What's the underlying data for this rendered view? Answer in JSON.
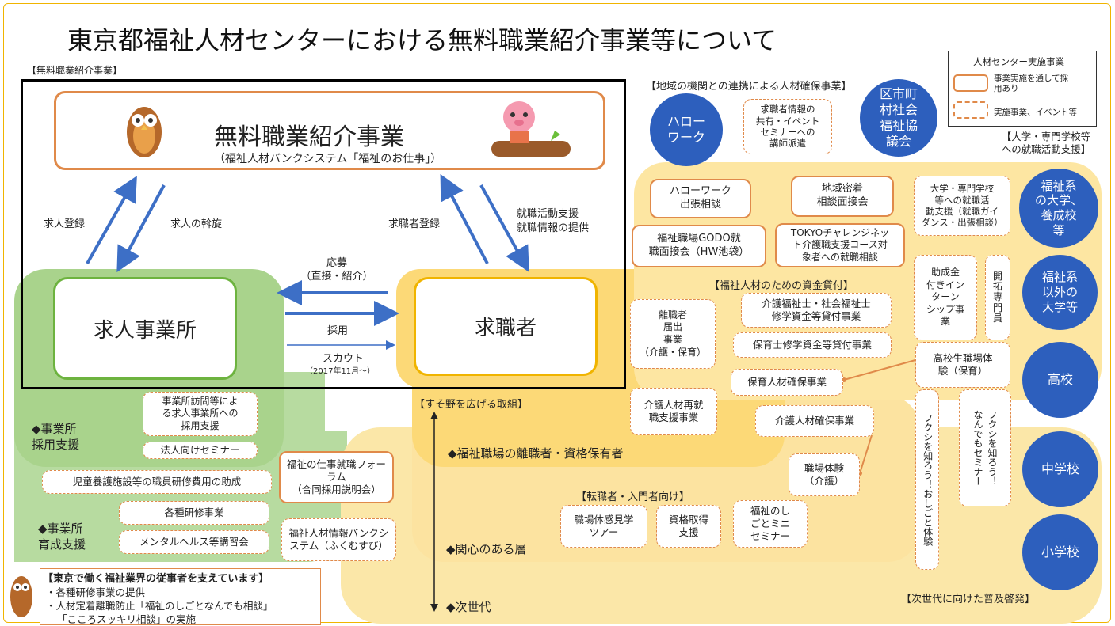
{
  "title": "東京都福祉人材センターにおける無料職業紹介事業等について",
  "section_label": "【無料職業紹介事業】",
  "main_box": {
    "title": "無料職業紹介事業",
    "subtitle": "（福祉人材バンクシステム「福祉のお仕事」）"
  },
  "employer": "求人事業所",
  "seeker": "求職者",
  "arrows": {
    "left_up": "求人登録",
    "left_down": "求人の斡旋",
    "right_up": "求職者登録",
    "right_down": "就職活動支援\n就職情報の提供",
    "mid_top": "応募\n（直接・紹介）",
    "mid_hire": "採用",
    "mid_scout": "スカウト",
    "mid_scout_date": "（2017年11月～）"
  },
  "legend": {
    "title": "人材センター実施事業",
    "solid": "事業実施を通して採\n用あり",
    "dashed": "実施事業、イベント等"
  },
  "regional": {
    "label": "【地域の機関との連携による人材確保事業】",
    "hello": "ハロー\nワーク",
    "info": "求職者情報の\n共有・イベント\nセミナーへの\n講師派遣",
    "ward": "区市町\n村社会\n福祉協\n議会"
  },
  "university_label": "【大学・専門学校等\nへの就職活動支援】",
  "boxes": {
    "hw_branch": "ハローワーク\n出張相談",
    "local": "地域密着\n相談面接会",
    "godo": "福祉職場GODO就\n職面接会（HW池袋）",
    "tokyo_challenge": "TOKYOチャレンジネッ\nト介護職支援コース対\n象者への就職相談",
    "univ_support": "大学・専門学校\n等への就職活\n動支援（就職ガイ\nダンス・出張相談）",
    "intern": "助成金\n付きイン\nターン\nシップ事\n業",
    "pioneer": "開\n拓\n専\n門\n員",
    "fund_label": "【福祉人材のための資金貸付】",
    "kaigo_loan": "介護福祉士・社会福祉士\n修学資金等貸付事業",
    "hoiku_loan": "保育士修学資金等貸付事業",
    "hoiku_kakuho": "保育人材確保事業",
    "leave": "離職者\n届出\n事業\n（介護・保育）",
    "highschool_exp": "高校生職場体\n験（保育）",
    "kaigo_re": "介護人材再就\n職支援事業",
    "kaigo_kakuho": "介護人材確保事業",
    "work_exp": "職場体験\n（介護）",
    "know_fukushi": "フクシを知ろう！おしごと体験",
    "know_seminar": "フクシを知ろう！\nなんでもセミナー",
    "tenshoku_label": "【転職者・入門者向け】",
    "tour": "職場体感見学\nツアー",
    "shikaku": "資格取得\n支援",
    "mini": "福祉のし\nごとミニ\nセミナー",
    "visit": "事業所訪問等によ\nる求人事業所への\n採用支援",
    "houjin": "法人向けセミナー",
    "jidou": "児童養護施設等の職員研修費用の助成",
    "forum": "福祉の仕事就職フォー\nラム\n（合同採用説明会）",
    "kenshu": "各種研修事業",
    "mental": "メンタルヘルス等講習会",
    "fukumu": "福祉人材情報バンクシ\nステム（ふくむすび）"
  },
  "circles": {
    "fukushi_univ": "福祉系\nの大学、\n養成校\n等",
    "other_univ": "福祉系\n以外の\n大学等",
    "high": "高校",
    "junior": "中学校",
    "elem": "小学校"
  },
  "areas": {
    "susono": "【すそ野を広げる取組】",
    "ex_workers": "◆福祉職場の離職者・資格保有者",
    "interested": "◆関心のある層",
    "next_gen": "◆次世代",
    "next_gen_label": "【次世代に向けた普及啓発】",
    "emp_support": "◆事業所\n採用支援",
    "emp_training": "◆事業所\n育成支援"
  },
  "support": {
    "title": "【東京で働く福祉業界の従事者を支えています】",
    "line1": "・各種研修事業の提供",
    "line2": "・人材定着離職防止「福祉のしごとなんでも相談」",
    "line3": "「こころスッキリ相談」の実施"
  }
}
